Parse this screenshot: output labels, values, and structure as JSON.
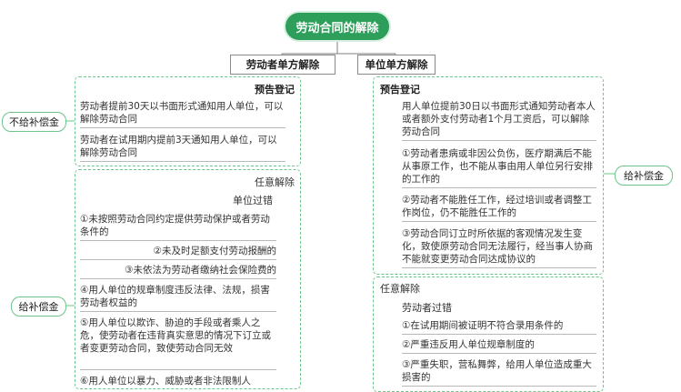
{
  "root": "劳动合同的解除",
  "left_branch": {
    "title": "劳动者单方解除",
    "notice_title": "预告登记",
    "notice_items": [
      "劳动者提前30天以书面形式通知用人单位，可以解除劳动合同",
      "劳动者在试用期内提前3天通知用人单位，可以解除劳动合同"
    ],
    "notice_side": "不给补偿金",
    "free_title": "任意解除",
    "employer_fault_title": "单位过错",
    "employer_fault_items": [
      "①未按照劳动合同约定提供劳动保护或者劳动条件的",
      "②未及时足额支付劳动报酬的",
      "③未依法为劳动者缴纳社会保险费的",
      "④用人单位的规章制度违反法律、法规，损害劳动者权益的",
      "⑤用人单位以欺诈、胁迫的手段或者乘人之危，使劳动者在违背真实意思的情况下订立或者变更劳动合同，致使劳动合同无效",
      "⑥用人单位以暴力、威胁或者非法限制人"
    ],
    "free_side": "给补偿金"
  },
  "right_branch": {
    "title": "单位单方解除",
    "notice_title": "预告登记",
    "notice_items": [
      "用人单位提前30日以书面形式通知劳动者本人或者额外支付劳动者1个月工资后，可以解除劳动合同",
      "①劳动者患病或非因公负伤，医疗期满后不能从事原工作，也不能从事由用人单位另行安排的工作的",
      "②劳动者不能胜任工作，经过培训或者调整工作岗位，仍不能胜任工作的",
      "③劳动合同订立时所依据的客观情况发生变化，致使原劳动合同无法履行，经当事人协商不能就变更劳动合同达成协议的"
    ],
    "notice_side": "给补偿金",
    "free_title": "任意解除",
    "worker_fault_title": "劳动者过错",
    "worker_fault_items": [
      "①在试用期间被证明不符合录用条件的",
      "②严重违反用人单位规章制度的",
      "③严重失职，营私舞弊，给用人单位造成重大损害的"
    ]
  }
}
